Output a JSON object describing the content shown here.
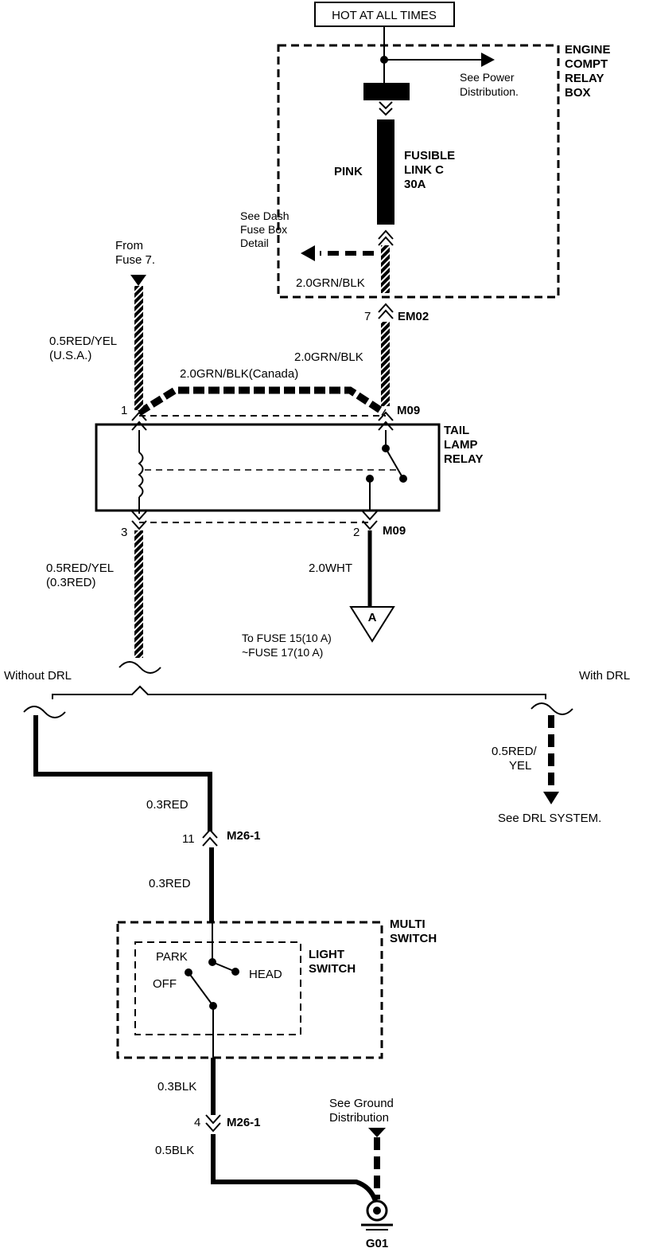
{
  "header": {
    "title": "HOT AT ALL TIMES"
  },
  "relay_box": {
    "name_lines": [
      "ENGINE",
      "COMPT",
      "RELAY",
      "BOX"
    ],
    "see_power_lines": [
      "See Power",
      "Distribution."
    ],
    "fuse_color": "PINK",
    "fuse_lines": [
      "FUSIBLE",
      "LINK C",
      "30A"
    ],
    "dash_lines": [
      "See Dash",
      "Fuse Box",
      "Detail"
    ],
    "wire_out": "2.0GRN/BLK"
  },
  "connector_em02": {
    "pin": "7",
    "name": "EM02"
  },
  "wire_em02_down": "2.0GRN/BLK",
  "wire_canada": "2.0GRN/BLK(Canada)",
  "from_fuse_lines": [
    "From",
    "Fuse 7."
  ],
  "wire_usa_lines": [
    "0.5RED/YEL",
    "(U.S.A.)"
  ],
  "relay": {
    "pin1": "1",
    "pin3": "3",
    "pin2": "2",
    "conn_top": "M09",
    "conn_bottom": "M09",
    "name_lines": [
      "TAIL",
      "LAMP",
      "RELAY"
    ]
  },
  "wire_relay_out_lines": [
    "0.5RED/YEL",
    "(0.3RED)"
  ],
  "wire_wht": "2.0WHT",
  "ref_a": "A",
  "to_fuse_lines": [
    "To FUSE 15(10 A)",
    "~FUSE 17(10 A)"
  ],
  "without_drl": "Without DRL",
  "with_drl": "With DRL",
  "drl_wire_lines": [
    "0.5RED/",
    "YEL"
  ],
  "drl_see": "See DRL SYSTEM.",
  "wire_red_1": "0.3RED",
  "connector_m26_top": {
    "pin": "11",
    "name": "M26-1"
  },
  "wire_red_2": "0.3RED",
  "multi_switch_lines": [
    "MULTI",
    "SWITCH"
  ],
  "light_switch_lines": [
    "LIGHT",
    "SWITCH"
  ],
  "switch_positions": {
    "park": "PARK",
    "off": "OFF",
    "head": "HEAD"
  },
  "wire_blk_1": "0.3BLK",
  "connector_m26_bottom": {
    "pin": "4",
    "name": "M26-1"
  },
  "wire_blk_2": "0.5BLK",
  "ground_see_lines": [
    "See Ground",
    "Distribution"
  ],
  "ground": "G01"
}
